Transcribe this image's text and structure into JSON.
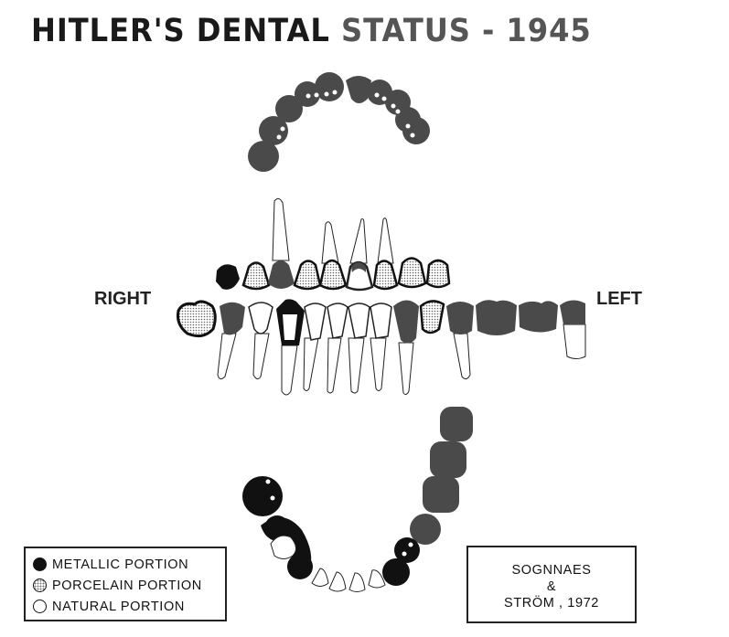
{
  "title": {
    "part1": "HITLER'S DENTAL",
    "part2": "STATUS - 1945"
  },
  "labels": {
    "right": "RIGHT",
    "left": "LEFT"
  },
  "legend": {
    "items": [
      {
        "label": "METALLIC PORTION",
        "type": "metallic"
      },
      {
        "label": "PORCELAIN PORTION",
        "type": "porcelain"
      },
      {
        "label": "NATURAL PORTION",
        "type": "natural"
      }
    ]
  },
  "credit": {
    "line1": "SOGNNAES",
    "line2": "&",
    "line3": "STRÖM , 1972"
  },
  "colors": {
    "metallic_gray": "#4a4a4a",
    "metallic_black": "#111111",
    "porcelain_dot": "#777777",
    "natural": "#ffffff"
  }
}
